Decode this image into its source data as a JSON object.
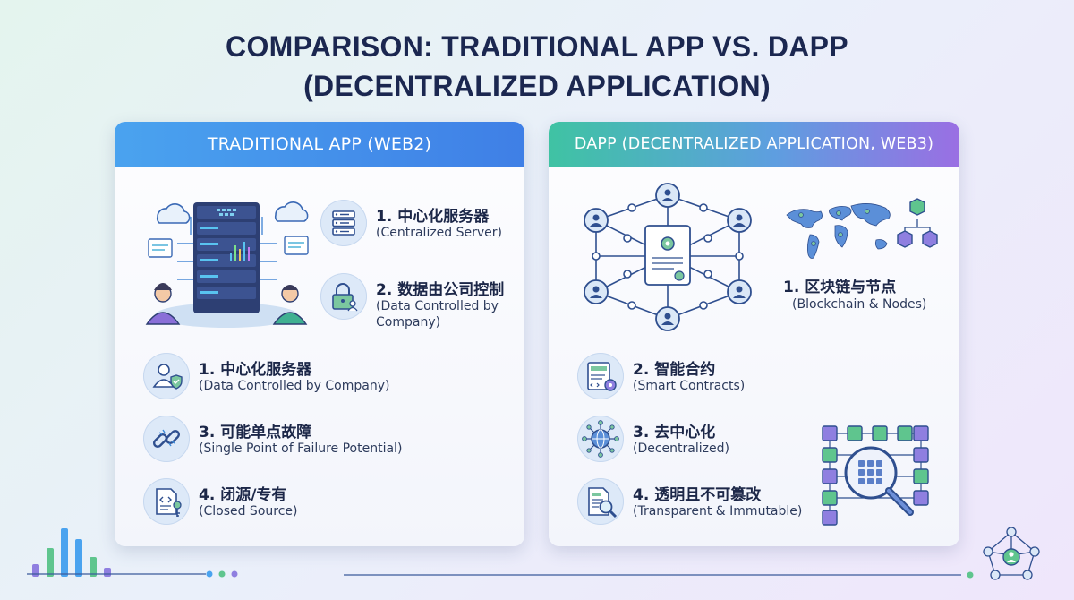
{
  "title": {
    "line1": "COMPARISON: TRADITIONAL APP VS. DAPP",
    "line2": "(DECENTRALIZED APPLICATION)"
  },
  "left": {
    "header": "TRADITIONAL APP (WEB2)",
    "items": [
      {
        "title": "1. 中心化服务器",
        "subtitle": "(Centralized Server)",
        "icon": "server-icon"
      },
      {
        "title": "2. 数据由公司控制",
        "subtitle": "(Data Controlled by Company)",
        "icon": "lock-user-icon"
      },
      {
        "title": "1. 中心化服务器",
        "subtitle": "(Data Controlled by Company)",
        "icon": "user-shield-icon"
      },
      {
        "title": "3. 可能单点故障",
        "subtitle": "(Single Point of Failure Potential)",
        "icon": "broken-link-icon"
      },
      {
        "title": "4. 闭源/专有",
        "subtitle": "(Closed Source)",
        "icon": "code-document-key-icon"
      }
    ]
  },
  "right": {
    "header": "DAPP (DECENTRALIZED APPLICATION, WEB3)",
    "items": [
      {
        "title": "1. 区块链与节点",
        "subtitle": "(Blockchain & Nodes)",
        "icon": "world-map-blocks-icon"
      },
      {
        "title": "2. 智能合约",
        "subtitle": "(Smart Contracts)",
        "icon": "contract-gear-icon"
      },
      {
        "title": "3. 去中心化",
        "subtitle": "(Decentralized)",
        "icon": "globe-network-icon"
      },
      {
        "title": "4. 透明且不可篡改",
        "subtitle": "(Transparent & Immutable)",
        "icon": "document-magnifier-icon"
      }
    ]
  },
  "colors": {
    "left_header": "#3f7fe6",
    "right_header_start": "#3fc3a3",
    "right_header_end": "#9a6fe3",
    "title": "#1b2750"
  }
}
